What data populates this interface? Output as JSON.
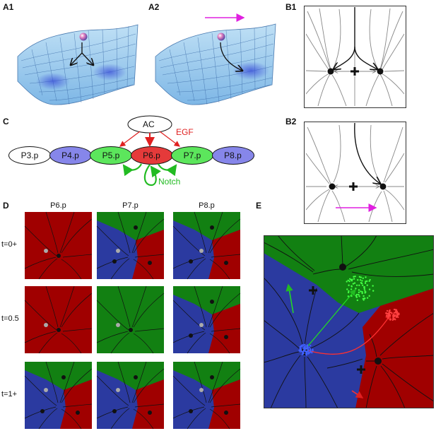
{
  "panels": {
    "A1": "A1",
    "A2": "A2",
    "B1": "B1",
    "B2": "B2",
    "C": "C",
    "D": "D",
    "E": "E"
  },
  "cells": [
    "P3.p",
    "P4.p",
    "P5.p",
    "P6.p",
    "P7.p",
    "P8.p"
  ],
  "anchor_cell": "AC",
  "signals": {
    "egf": "EGF",
    "notch": "Notch"
  },
  "grid": {
    "columns": [
      "P6.p",
      "P7.p",
      "P8.p"
    ],
    "row_labels": [
      "t=0+",
      "t=0.5",
      "t=1+"
    ]
  },
  "colors": {
    "red": "#a00000",
    "green": "#128012",
    "blue": "#2b3aa0",
    "cell_white": "#ffffff",
    "cell_blue": "#8686ea",
    "cell_green": "#5ce65c",
    "cell_red": "#e53a3a",
    "magenta": "#e020e0",
    "egf": "#e02020",
    "notch": "#22bb22"
  }
}
